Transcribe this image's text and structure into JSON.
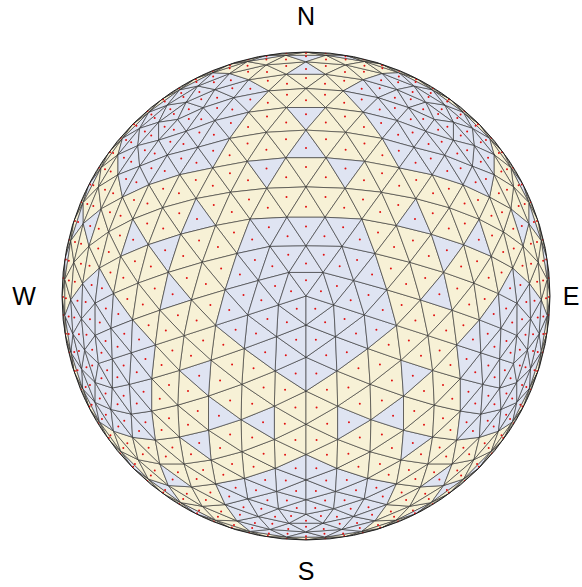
{
  "diagram": {
    "labels": [
      "N",
      "W",
      "E",
      "S"
    ]
  }
}
